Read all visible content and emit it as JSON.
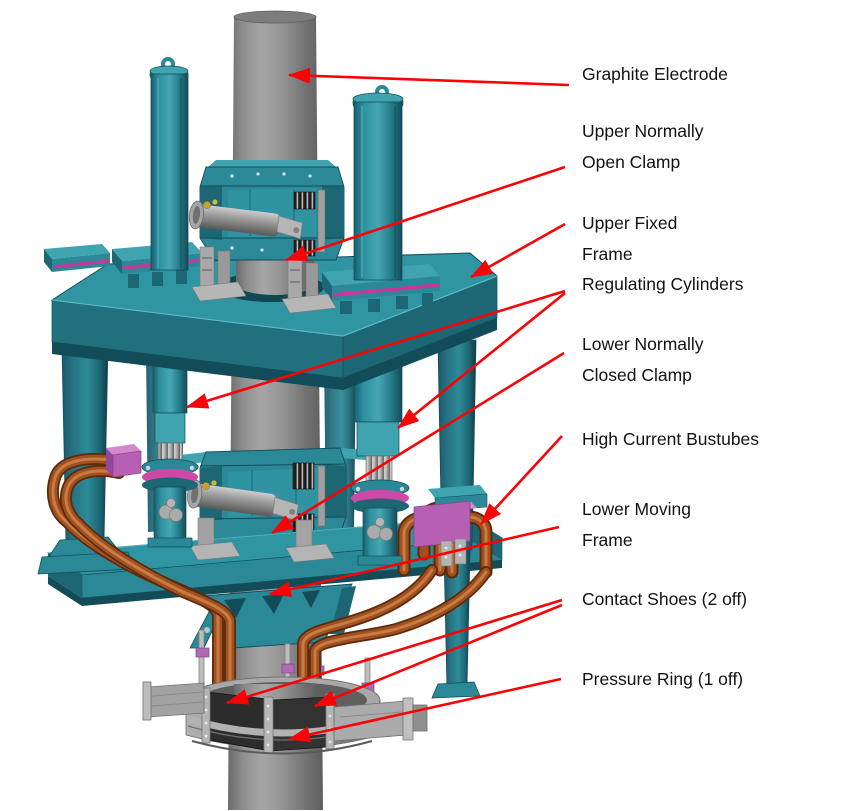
{
  "diagram": {
    "subject": "electrode-clamping-and-regulating-assembly",
    "labels": [
      {
        "id": "graphite-electrode",
        "lines": [
          "Graphite Electrode"
        ]
      },
      {
        "id": "upper-normally-open-clamp",
        "lines": [
          "Upper Normally",
          "Open Clamp"
        ]
      },
      {
        "id": "upper-fixed-frame",
        "lines": [
          "Upper Fixed",
          "Frame"
        ]
      },
      {
        "id": "regulating-cylinders",
        "lines": [
          "Regulating Cylinders"
        ]
      },
      {
        "id": "lower-normally-closed-clamp",
        "lines": [
          "Lower Normally",
          "Closed Clamp"
        ]
      },
      {
        "id": "high-current-bustubes",
        "lines": [
          "High Current Bustubes"
        ]
      },
      {
        "id": "lower-moving-frame",
        "lines": [
          "Lower Moving",
          "Frame"
        ]
      },
      {
        "id": "contact-shoes",
        "lines": [
          "Contact Shoes (2 off)"
        ]
      },
      {
        "id": "pressure-ring",
        "lines": [
          "Pressure Ring (1 off)"
        ]
      }
    ],
    "colors": {
      "red": "#fb0207",
      "ink": "#121212",
      "tealLight": "#3fa3b0",
      "tealMid": "#2b8997",
      "tealMid2": "#2f93a1",
      "tealDark": "#1c6773",
      "tealDeep": "#124c58",
      "plateTop": "#2f95a3",
      "magenta": "#c8359b",
      "pinkFlange": "#cc4aa6",
      "purpleBlock": "#b75fb2",
      "copper": "#a0511f",
      "copperLight": "#c87c44",
      "copperDark": "#5c2b0e",
      "background": "#ffffff"
    }
  }
}
